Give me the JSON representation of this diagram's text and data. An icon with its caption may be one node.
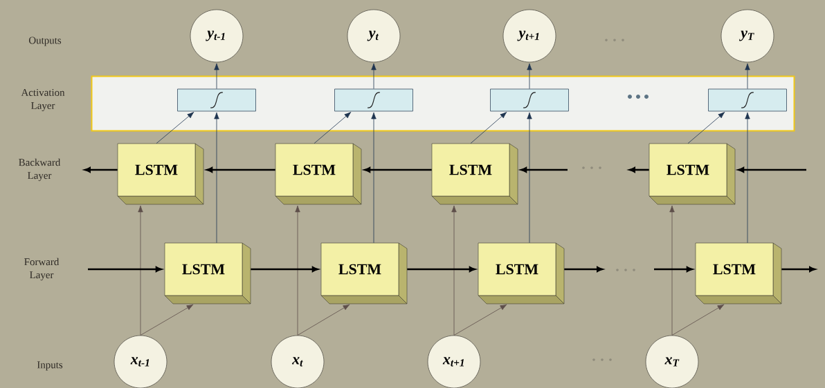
{
  "diagram": {
    "nodes": [
      {
        "text": [
          "y$_{t-1}$"
        ]
      },
      {
        "text": [
          "y$_{t}$"
        ]
      },
      {
        "text": [
          "y$_{t+1}$"
        ]
      },
      {
        "text": [
          "y$_{T}$"
        ]
      },
      {
        "text": [],
        "shape": "band"
      },
      {
        "text": [],
        "shape": "box",
        "in": 4
      },
      {
        "text": [],
        "shape": "box",
        "in": 4
      },
      {
        "text": [],
        "shape": "box",
        "in": 4
      },
      {
        "text": [],
        "shape": "box",
        "in": 4
      },
      {
        "text": [
          "LSTM"
        ]
      },
      {
        "text": [
          "LSTM"
        ]
      },
      {
        "text": [
          "LSTM"
        ]
      },
      {
        "text": [
          "LSTM"
        ]
      },
      {
        "text": [
          "LSTM"
        ]
      },
      {
        "text": [
          "LSTM"
        ]
      },
      {
        "text": [
          "LSTM"
        ]
      },
      {
        "text": [
          "LSTM"
        ]
      },
      {
        "text": [
          "x$_{t-1}$"
        ]
      },
      {
        "text": [
          "x$_{t}$"
        ]
      },
      {
        "text": [
          "x$_{t+1}$"
        ]
      },
      {
        "text": [
          "x$_{T}$"
        ]
      }
    ],
    "edges": [
      {
        "from": 5,
        "to": 0,
        "arrow": "to",
        "color": "#1f3550"
      },
      {
        "from": 6,
        "to": 1,
        "arrow": "to",
        "color": "#1f3550"
      },
      {
        "from": 7,
        "to": 2,
        "arrow": "to",
        "color": "#1f3550"
      },
      {
        "from": 8,
        "to": 3,
        "arrow": "to",
        "color": "#1f3550"
      },
      {
        "from": 9,
        "to": 5,
        "arrow": "to",
        "color": "#1f3550"
      },
      {
        "from": 10,
        "to": 6,
        "arrow": "to",
        "color": "#1f3550"
      },
      {
        "from": 11,
        "to": 7,
        "arrow": "to",
        "color": "#1f3550"
      },
      {
        "from": 12,
        "to": 8,
        "arrow": "to",
        "color": "#1f3550"
      },
      {
        "from": 13,
        "to": 5,
        "arrow": "to",
        "color": "#1f3550"
      },
      {
        "from": 14,
        "to": 6,
        "arrow": "to",
        "color": "#1f3550"
      },
      {
        "from": 15,
        "to": 7,
        "arrow": "to",
        "color": "#1f3550"
      },
      {
        "from": 16,
        "to": 8,
        "arrow": "to",
        "color": "#1f3550"
      },
      {
        "from": 17,
        "to": 9,
        "arrow": "to",
        "color": "#5e4f4a"
      },
      {
        "from": 18,
        "to": 10,
        "arrow": "to",
        "color": "#5e4f4a"
      },
      {
        "from": 19,
        "to": 11,
        "arrow": "to",
        "color": "#5e4f4a"
      },
      {
        "from": 20,
        "to": 12,
        "arrow": "to",
        "color": "#5e4f4a"
      },
      {
        "from": 17,
        "to": 13,
        "arrow": "to",
        "color": "#5e4f4a"
      },
      {
        "from": 18,
        "to": 14,
        "arrow": "to",
        "color": "#5e4f4a"
      },
      {
        "from": 19,
        "to": 15,
        "arrow": "to",
        "color": "#5e4f4a"
      },
      {
        "from": 20,
        "to": 16,
        "arrow": "to",
        "color": "#5e4f4a"
      },
      {
        "from": null,
        "to": 13,
        "arrow": "to",
        "style": "thick"
      },
      {
        "from": 13,
        "to": 14,
        "arrow": "to",
        "style": "thick"
      },
      {
        "from": 14,
        "to": 15,
        "arrow": "to",
        "style": "thick"
      },
      {
        "from": 15,
        "to": null,
        "arrow": "to",
        "style": "thick"
      },
      {
        "from": null,
        "to": 16,
        "arrow": "to",
        "style": "thick"
      },
      {
        "from": 16,
        "to": null,
        "arrow": "to",
        "style": "thick"
      },
      {
        "from": null,
        "to": 12,
        "arrow": "to",
        "style": "thick"
      },
      {
        "from": 12,
        "to": null,
        "arrow": "to",
        "style": "thick"
      },
      {
        "from": null,
        "to": 11,
        "arrow": "to",
        "style": "thick"
      },
      {
        "from": 11,
        "to": 10,
        "arrow": "to",
        "style": "thick"
      },
      {
        "from": 10,
        "to": 9,
        "arrow": "to",
        "style": "thick"
      },
      {
        "from": 9,
        "to": null,
        "arrow": "to",
        "style": "thick"
      }
    ],
    "labels": [
      "Outputs",
      "Activation Layer",
      "Backward Layer",
      "Forward Layer",
      "Inputs"
    ]
  }
}
